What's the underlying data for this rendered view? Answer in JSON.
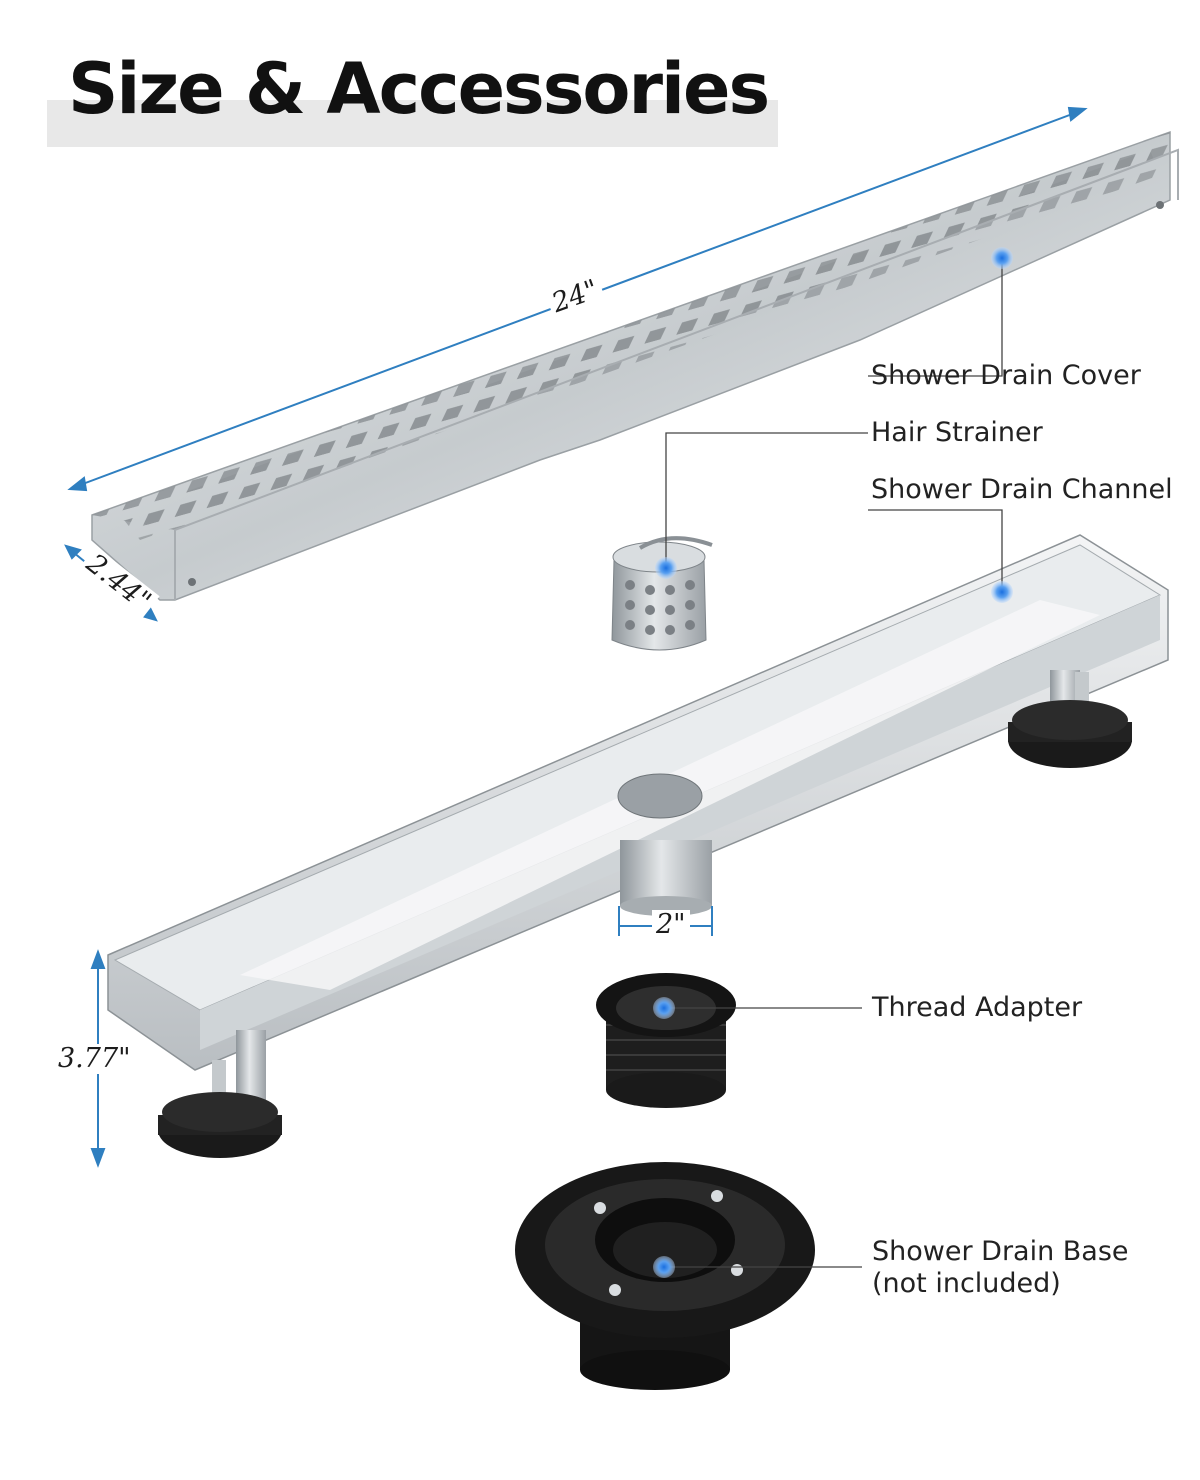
{
  "title": "Size & Accessories",
  "colors": {
    "dimension_line": "#2f7fc0",
    "callout_dot": "#1a6fe0",
    "leader_line": "#444444",
    "steel": "#cfd3d6",
    "rubber": "#1a1a1a"
  },
  "dimensions": {
    "length": "24\"",
    "width": "2.44\"",
    "height": "3.77\"",
    "outlet": "2\""
  },
  "labels": {
    "cover": "Shower Drain Cover",
    "strainer": "Hair Strainer",
    "channel": "Shower Drain Channel",
    "adapter": "Thread Adapter",
    "base_line1": "Shower Drain Base",
    "base_line2": "(not included)"
  }
}
